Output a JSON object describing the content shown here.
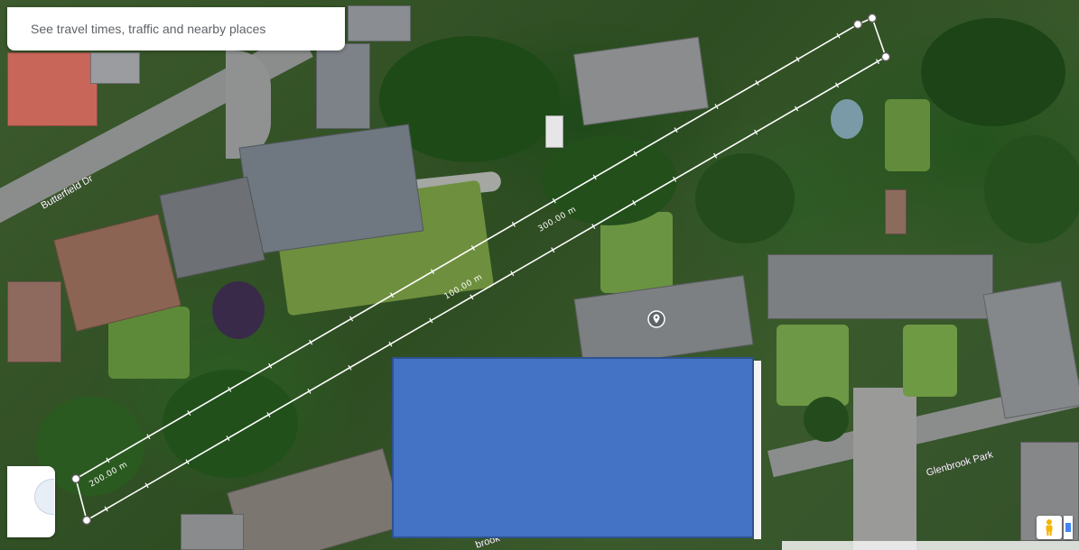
{
  "search_banner": {
    "text": "See travel times, traffic and nearby places"
  },
  "measurement": {
    "labels": [
      "300.00 m",
      "100.00 m",
      "200.00 m"
    ],
    "line_color": "#ffffff"
  },
  "streets": {
    "butterfield": "Butterfield Dr",
    "glenbrook": "Glenbrook Park",
    "partial_bottom": "brook"
  },
  "colors": {
    "redaction_fill": "#4472c4",
    "redaction_border": "#2f528f",
    "pegman_yellow": "#f4b400"
  },
  "icons": {
    "place_pin": "location-pin-icon",
    "street_view": "pegman-icon"
  }
}
